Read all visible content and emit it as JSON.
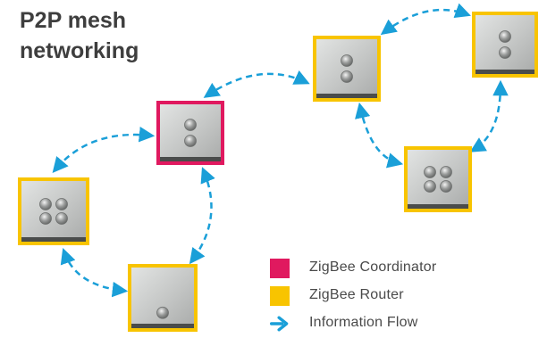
{
  "title": {
    "line1": "P2P mesh",
    "line2": "networking"
  },
  "colors": {
    "coordinator": "#e0195f",
    "router": "#f8c400",
    "flow": "#1a9fd8",
    "panel": "#c3c5c4"
  },
  "legend": [
    {
      "label": "ZigBee Coordinator",
      "kind": "coordinator"
    },
    {
      "label": "ZigBee Router",
      "kind": "router"
    },
    {
      "label": "Information Flow",
      "kind": "flow"
    }
  ],
  "devices": [
    {
      "id": "coordinator-center",
      "role": "coordinator",
      "buttons": 2
    },
    {
      "id": "router-left",
      "role": "router",
      "buttons": 4
    },
    {
      "id": "router-bottom",
      "role": "router",
      "buttons": 1
    },
    {
      "id": "router-upper-middle",
      "role": "router",
      "buttons": 2
    },
    {
      "id": "router-top-right",
      "role": "router",
      "buttons": 2
    },
    {
      "id": "router-right",
      "role": "router",
      "buttons": 4
    }
  ],
  "links": [
    {
      "from": "coordinator-center",
      "to": "router-upper-middle"
    },
    {
      "from": "coordinator-center",
      "to": "router-left"
    },
    {
      "from": "coordinator-center",
      "to": "router-bottom"
    },
    {
      "from": "router-left",
      "to": "router-bottom"
    },
    {
      "from": "router-upper-middle",
      "to": "router-top-right"
    },
    {
      "from": "router-upper-middle",
      "to": "router-right"
    },
    {
      "from": "router-top-right",
      "to": "router-right"
    }
  ]
}
